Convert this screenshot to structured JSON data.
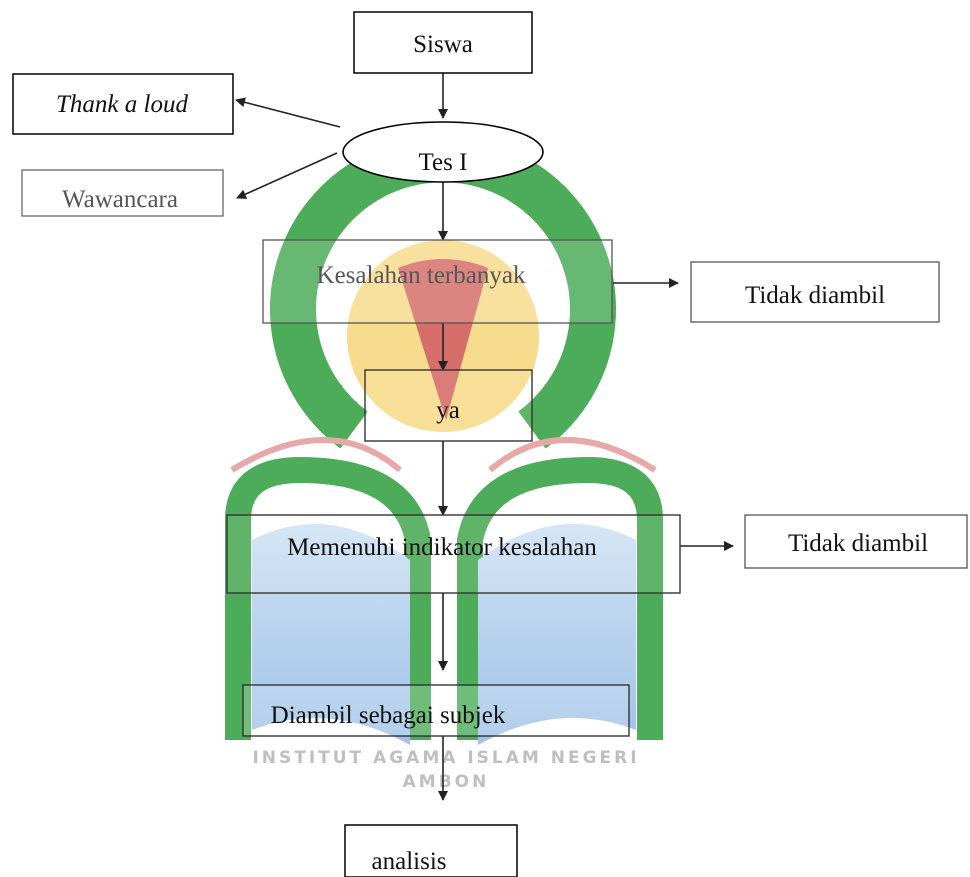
{
  "nodes": {
    "siswa": "Siswa",
    "thank_a_loud": "Thank a loud",
    "tes_i": "Tes I",
    "wawancara": "Wawancara",
    "kesalahan_terbanyak": "Kesalahan terbanyak",
    "tidak_diambil_1": "Tidak diambil",
    "ya": "ya",
    "memenuhi_indikator": "Memenuhi indikator kesalahan",
    "tidak_diambil_2": "Tidak diambil",
    "diambil_sebagai_subjek": "Diambil sebagai subjek",
    "analisis": "analisis"
  },
  "watermark": {
    "line1": "INSTITUT AGAMA ISLAM NEGERI",
    "line2": "AMBON",
    "colors": {
      "green": "#2e9e3e",
      "yellow": "#f6d67a",
      "red": "#c8404a",
      "blue": "#9fc4e6"
    }
  }
}
